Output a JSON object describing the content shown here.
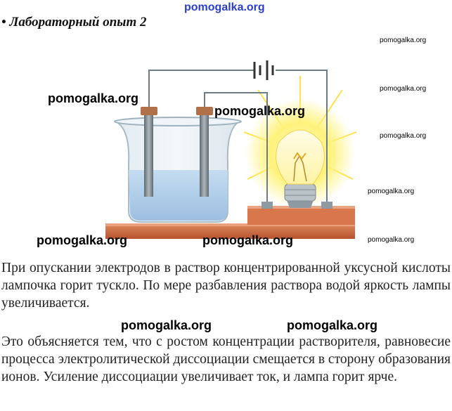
{
  "colors": {
    "liquid": "#a8c8e8",
    "stand": "#c8643c",
    "wire": "#6b7c84",
    "glow": "#fff27a",
    "watermark_top": "#2a3fc8"
  },
  "watermark_top": "pomogalka.org",
  "heading": "• Лабораторный опыт 2",
  "watermarks": {
    "w1": "pomogalka.org",
    "w2": "pomogalka.org",
    "w3": "pomogalka.org",
    "w4": "pomogalka.org",
    "w5": "pomogalka.org",
    "w6": "pomogalka.org",
    "s1": "pomogalka.org",
    "s2": "pomogalka.org",
    "s3": "pomogalka.org",
    "s4": "pomogalka.org",
    "s5": "pomogalka.org"
  },
  "paragraph1": "При опускании электродов в раствор концентрированной уксусной кислоты лампочка горит тускло. По мере разбавления раствора водой яркость лампы увеличивается.",
  "paragraph2": "Это объясняется тем, что с ростом концентрации растворителя, равновесие процесса электролитической диссоциации смещается в сторону образования ионов. Усиление диссоциации увеличивает ток, и лампа горит ярче."
}
